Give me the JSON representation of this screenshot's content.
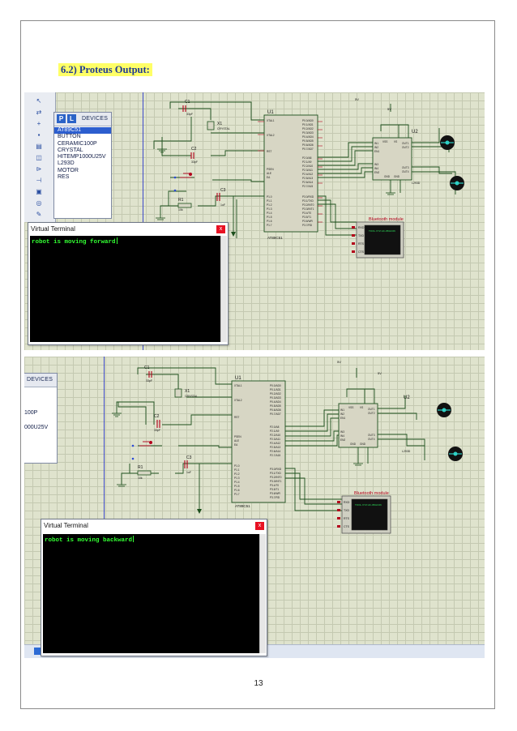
{
  "heading": "6.2) Proteus Output:",
  "page_number": "13",
  "device_panel": {
    "title": "DEVICES",
    "pick_label": "P",
    "library_label": "L",
    "items_full": [
      "AT89C51",
      "BUTTON",
      "CERAMIC100P",
      "CRYSTAL",
      "HITEMP1000U25V",
      "L293D",
      "MOTOR",
      "RES"
    ],
    "items_cropped": [
      "100P",
      "000U25V"
    ],
    "selected_item": "AT89C51"
  },
  "terminal_1": {
    "title": "Virtual Terminal",
    "close": "x",
    "output": "robot is moving forward"
  },
  "terminal_2": {
    "title": "Virtual Terminal",
    "close": "x",
    "output": "robot is moving backward"
  },
  "schematic": {
    "mcu_label": "U1",
    "mcu_part": "AT89C51",
    "driver_label": "U2",
    "driver_part": "L293D",
    "crystal_label": "X1",
    "crystal_part": "CRYSTAL",
    "cap_labels": [
      "C1",
      "C2",
      "C3"
    ],
    "cap_values": [
      "33pF",
      "33pF",
      "1uF"
    ],
    "resistor_label": "R1",
    "resistor_value": "10k",
    "bluetooth_label": "Bluetooth module",
    "bluetooth_pins": [
      "RXD",
      "TXD",
      "RTS",
      "CTS"
    ],
    "bluetooth_screen": "TOOL.XYZ HC-05/HC06",
    "supply_label": "5V",
    "mcu_left_pins": [
      "XTAL1",
      "XTAL2",
      "RST",
      "PSEN",
      "ALE",
      "EA",
      "P1.0",
      "P1.1",
      "P1.2",
      "P1.3",
      "P1.4",
      "P1.5",
      "P1.6",
      "P1.7"
    ],
    "mcu_right_pins": [
      "P0.0/AD0",
      "P0.1/AD1",
      "P0.2/AD2",
      "P0.3/AD3",
      "P0.4/AD4",
      "P0.5/AD5",
      "P0.6/AD6",
      "P0.7/AD7",
      "P2.0/A8",
      "P2.1/A9",
      "P2.2/A10",
      "P2.3/A11",
      "P2.4/A12",
      "P2.5/A13",
      "P2.6/A14",
      "P2.7/A15",
      "P3.0/RXD",
      "P3.1/TXD",
      "P3.2/INT0",
      "P3.3/INT1",
      "P3.4/T0",
      "P3.5/T1",
      "P3.6/WR",
      "P3.7/RD"
    ],
    "driver_pins_left": [
      "IN1",
      "IN2",
      "EN1",
      "IN3",
      "IN4",
      "EN2"
    ],
    "driver_pins_top": [
      "VSS",
      "VS"
    ],
    "driver_pins_bottom": [
      "GND",
      "GND"
    ],
    "driver_pins_right": [
      "OUT1",
      "OUT2",
      "OUT3",
      "OUT4"
    ]
  },
  "colors": {
    "heading_text": "#1f3a93",
    "heading_highlight": "#ffff66",
    "grid": "#dfe3cd",
    "wire": "#1c4f1c",
    "component_red": "#b3001b",
    "chip_fill": "#d7d6c4",
    "terminal_text": "#33ff33",
    "selected_item": "#2c5ecf"
  }
}
